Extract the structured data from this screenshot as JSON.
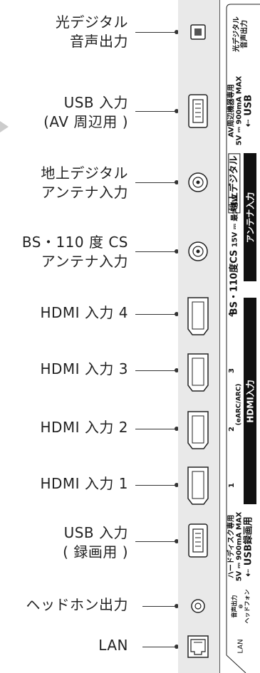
{
  "callouts": {
    "optical": [
      "光デジタル",
      "音声出力"
    ],
    "usb_av": [
      "USB 入力",
      "(AV 周辺用 )"
    ],
    "terrestrial": [
      "地上デジタル",
      "アンテナ入力"
    ],
    "bs": [
      "BS・110 度 CS",
      "アンテナ入力"
    ],
    "hdmi4": "HDMI 入力 4",
    "hdmi3": "HDMI 入力 3",
    "hdmi2": "HDMI 入力 2",
    "hdmi1": "HDMI 入力 1",
    "usb_rec": [
      "USB 入力",
      "( 録画用 )"
    ],
    "headphone": "ヘッドホン出力",
    "lan": "LAN"
  },
  "panel_labels": {
    "optical": [
      "光デジタル",
      "音声出力"
    ],
    "usb_av_spec": [
      "AV周辺機器専用",
      "5V ⎓ 900mA MAX"
    ],
    "usb_av_name": "⇠ USB",
    "terrestrial": "地上デジタル",
    "bs": "BS・110度CS",
    "bs_spec": [
      "15V ⎓",
      "最大4W"
    ],
    "antenna_band": "アンテナ入力",
    "hdmi_band": "HDMI入力",
    "hdmi_nums": [
      "4",
      "3",
      "2",
      "1"
    ],
    "earc": "(eARC/ARC)",
    "usb_rec_spec": [
      "ハードディスク専用",
      "5V ⎓ 900mA MAX"
    ],
    "usb_rec_name": "⇠ USB録画用",
    "headphone": [
      "音声出力",
      "ヘッドフォン"
    ],
    "lan": "LAN"
  },
  "colors": {
    "panel": "#e9e9e9",
    "line": "#333333",
    "label_band": "#111111"
  }
}
